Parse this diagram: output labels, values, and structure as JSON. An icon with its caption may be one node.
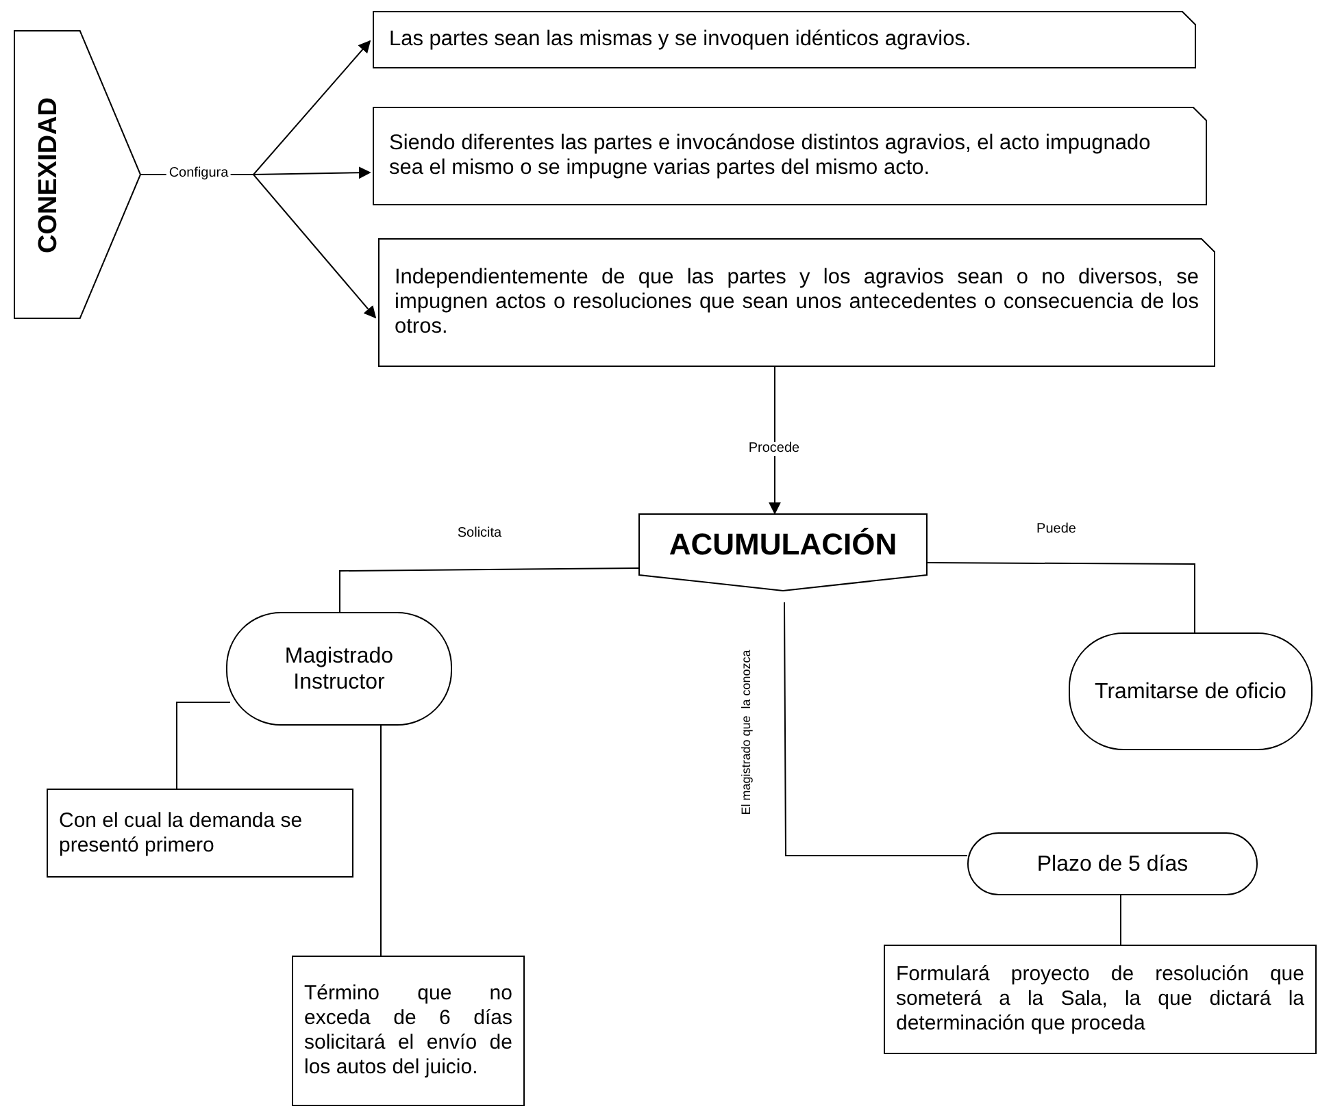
{
  "diagram": {
    "nodes": [
      {
        "text": [
          "CONEXIDAD"
        ]
      },
      {
        "text": [
          "Las partes sean las mismas y se invoquen idénticos agravios."
        ]
      },
      {
        "text": [
          "Siendo diferentes las partes e invocándose distintos agravios, el acto impugnado sea  el mismo o se impugne varias partes del mismo acto."
        ]
      },
      {
        "text": [
          "Independientemente de que las partes y los agravios sean o no diversos, se impugnen actos o resoluciones que sean unos antecedentes o consecuencia de los otros."
        ]
      },
      {
        "text": [
          "ACUMULACIÓN"
        ]
      },
      {
        "text": [
          "Magistrado Instructor"
        ]
      },
      {
        "text": [
          "Tramitarse de oficio"
        ]
      },
      {
        "text": [
          "Con el cual la demanda se presentó primero"
        ]
      },
      {
        "text": [
          "Término que no exceda de 6 días solicitará el envío de los autos del juicio."
        ]
      },
      {
        "text": [
          "Plazo de 5 días"
        ]
      },
      {
        "text": [
          "Formulará proyecto de resolución que someterá a la Sala, la que dictará la determinación que proceda"
        ]
      }
    ],
    "edges": [
      {
        "from": 0,
        "to": 1,
        "arrow": "to"
      },
      {
        "from": 0,
        "to": 2,
        "arrow": "to",
        "label": "Configura"
      },
      {
        "from": 0,
        "to": 3,
        "arrow": "to"
      },
      {
        "from": 3,
        "to": 4,
        "arrow": "to",
        "label": "Procede"
      },
      {
        "from": 4,
        "to": 5,
        "arrow": "none",
        "label": "Solicita"
      },
      {
        "from": 4,
        "to": 6,
        "arrow": "none",
        "label": "Puede"
      },
      {
        "from": 4,
        "to": 9,
        "arrow": "none",
        "label": "El magistrado que  la conozca"
      },
      {
        "from": 5,
        "to": 7,
        "arrow": "none"
      },
      {
        "from": 5,
        "to": 8,
        "arrow": "none"
      },
      {
        "from": 9,
        "to": 10,
        "arrow": "none"
      }
    ]
  }
}
